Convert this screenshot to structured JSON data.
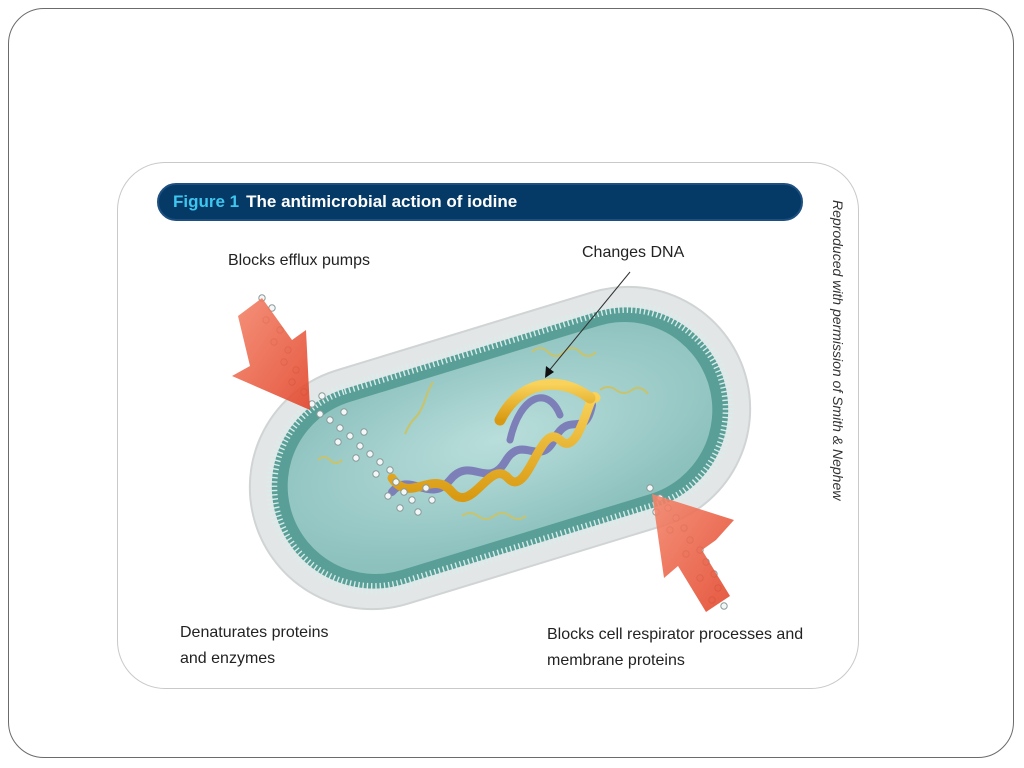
{
  "figure": {
    "number": "Figure 1",
    "title": "The antimicrobial action of iodine",
    "credit": "Reproduced with permission of Smith & Nephew"
  },
  "labels": {
    "efflux": "Blocks efflux pumps",
    "dna": "Changes DNA",
    "proteins_line1": "Denaturates proteins",
    "proteins_line2": "and enzymes",
    "respiration_line1": "Blocks cell respirator processes and",
    "respiration_line2": "membrane proteins"
  },
  "colors": {
    "header_bg": "#053a66",
    "header_accent": "#3ec6ef",
    "cytoplasm": "#9fcdcb",
    "membrane": "#5a9f97",
    "arrow": "#ef5a3c",
    "dna_gold": "#f0b323",
    "dna_blue": "#7d7fb8"
  }
}
